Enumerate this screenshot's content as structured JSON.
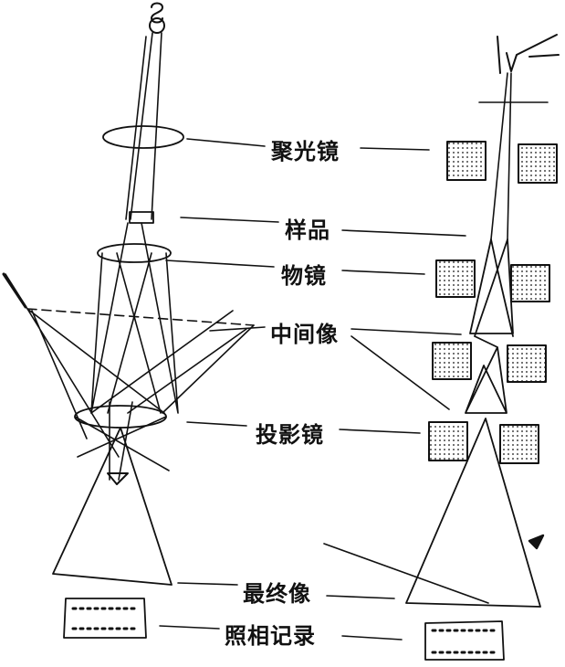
{
  "labels": {
    "condenser": "聚光镜",
    "specimen": "样品",
    "objective": "物镜",
    "intermediate_image": "中间像",
    "projector": "投影镜",
    "final_image": "最终像",
    "photo_record": "照相记录"
  },
  "colors": {
    "ink": "#111111",
    "paper": "#ffffff"
  }
}
